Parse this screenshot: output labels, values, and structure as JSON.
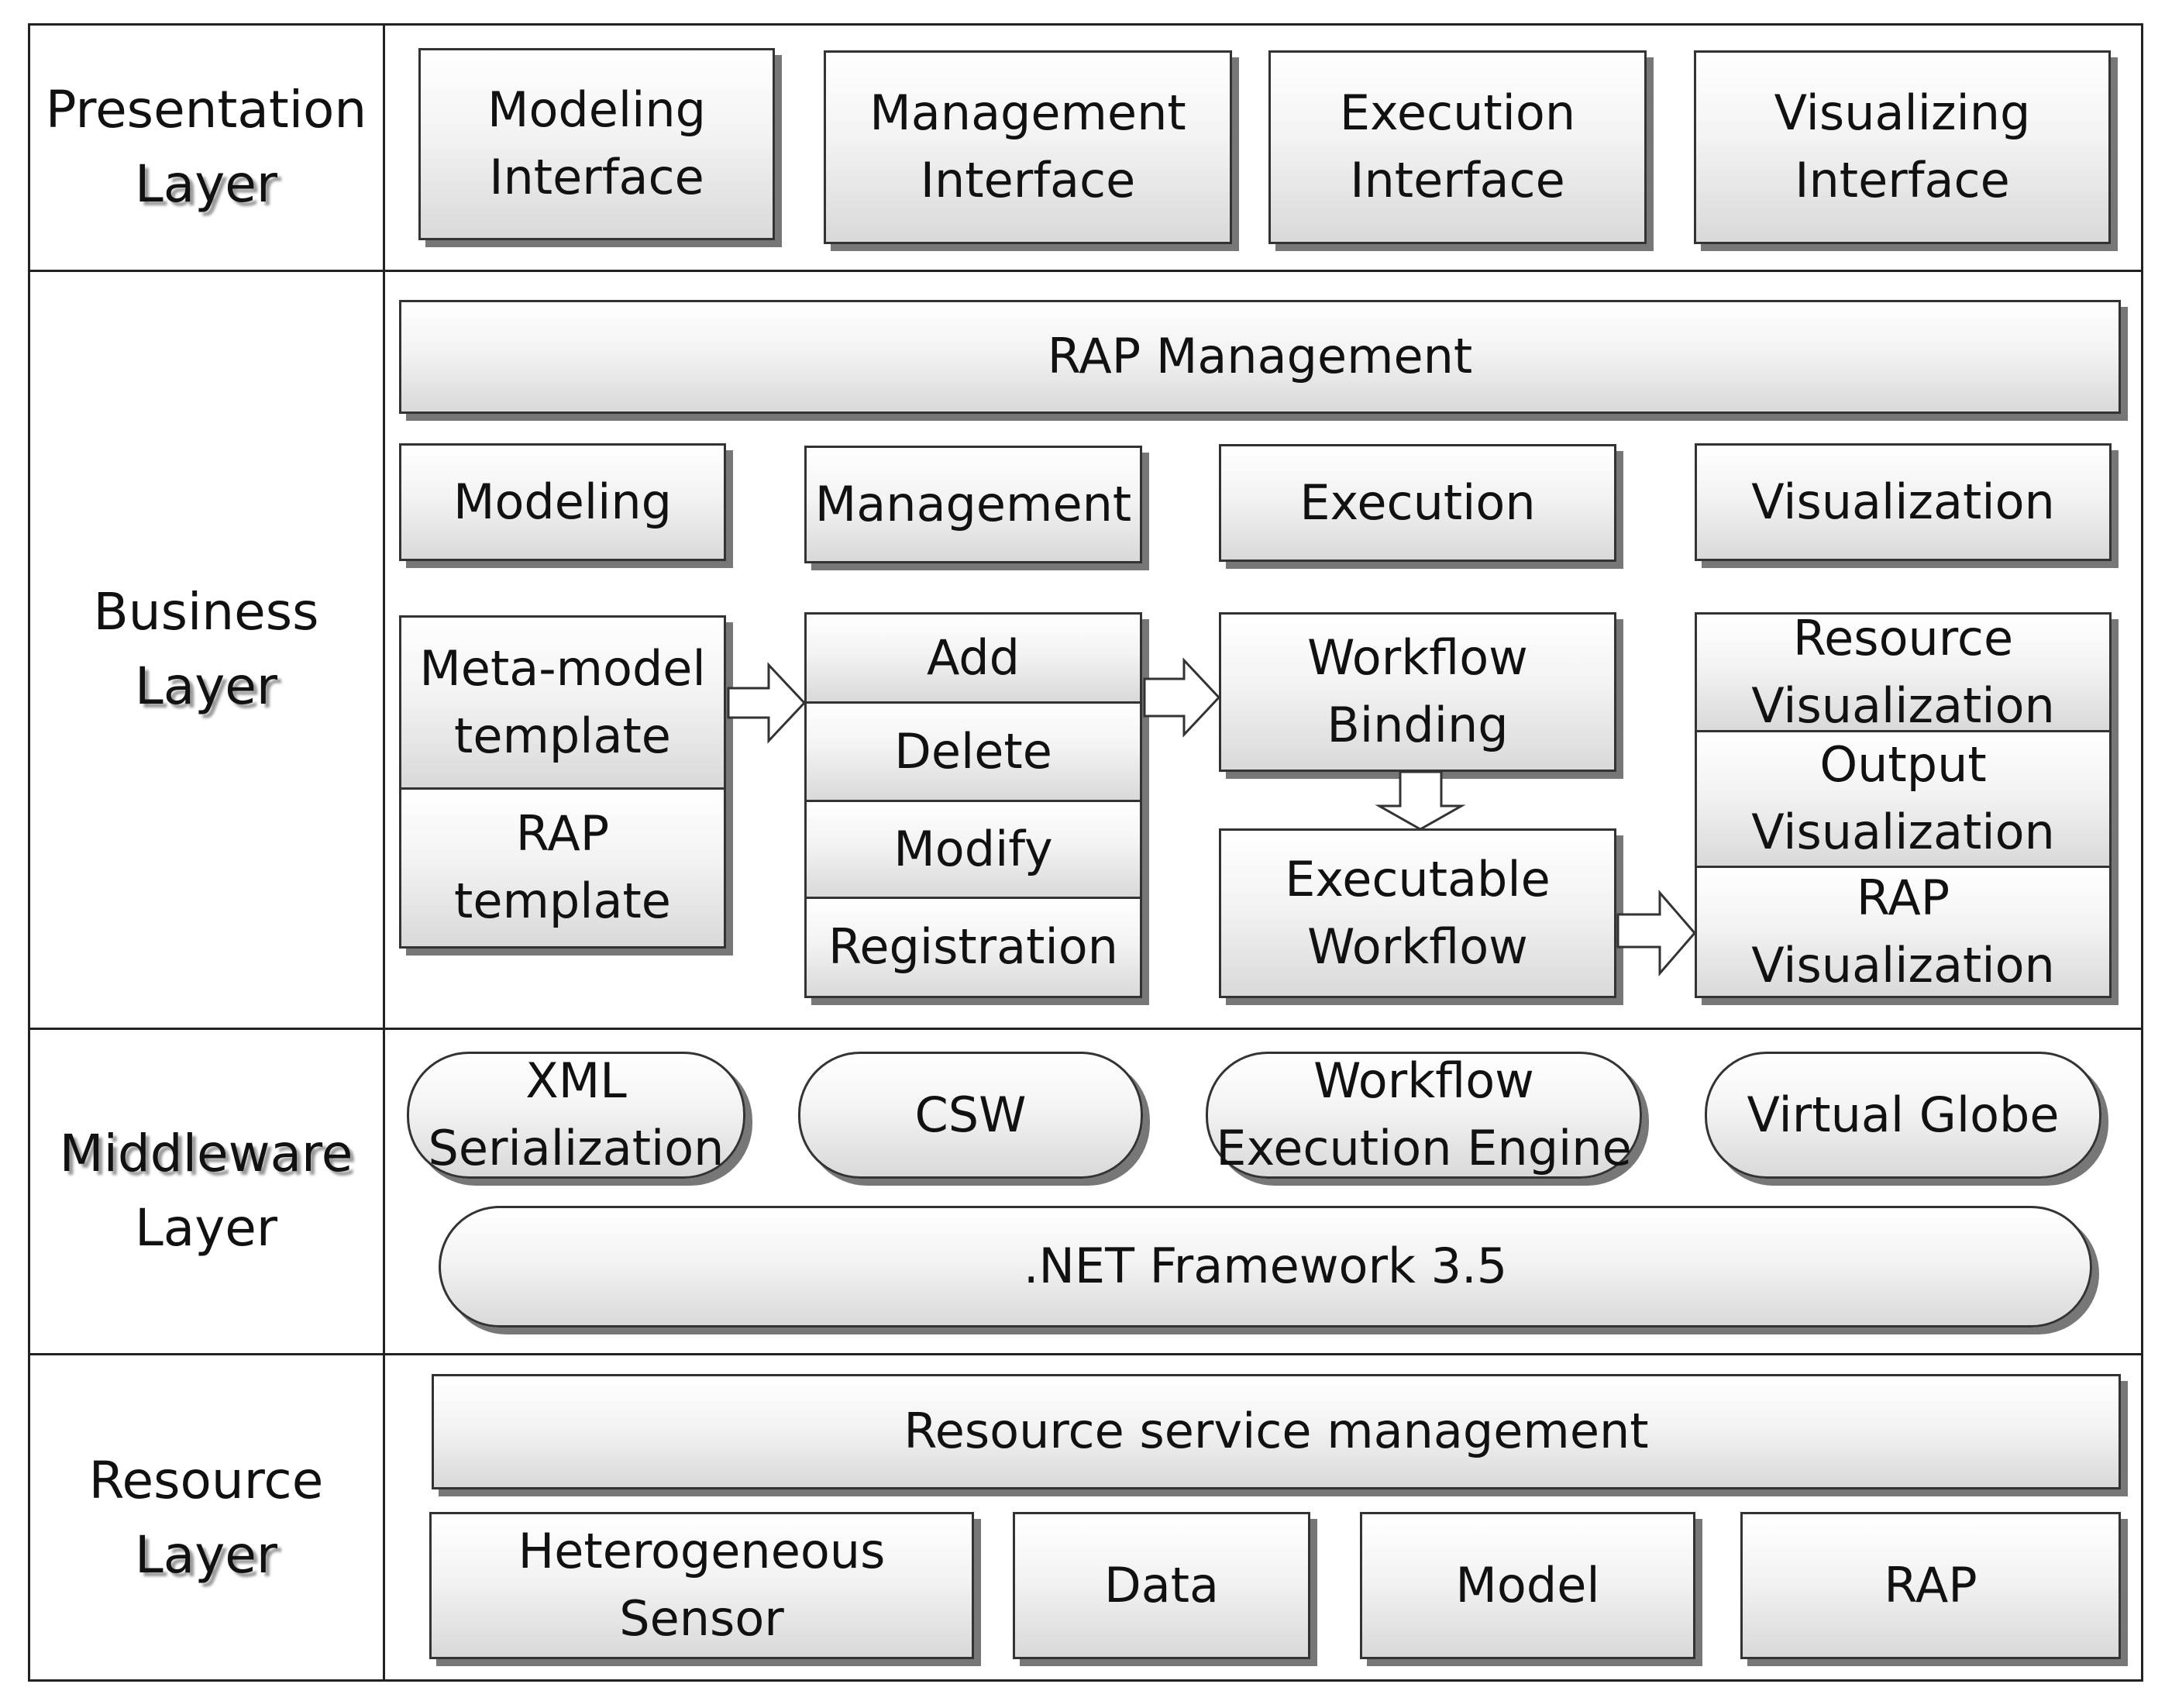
{
  "layers": {
    "presentation": {
      "line1": "Presentation",
      "line2": "Layer"
    },
    "business": {
      "line1": "Business",
      "line2": "Layer"
    },
    "middleware": {
      "line1": "Middleware",
      "line2": "Layer"
    },
    "resource": {
      "line1": "Resource",
      "line2": "Layer"
    }
  },
  "presentation": {
    "modeling": "Modeling\nInterface",
    "management": "Management\nInterface",
    "execution": "Execution\nInterface",
    "visualizing": "Visualizing\nInterface"
  },
  "business": {
    "rap_management": "RAP Management",
    "modeling": "Modeling",
    "management": "Management",
    "execution": "Execution",
    "visualization": "Visualization",
    "meta_model_template": "Meta-model\ntemplate",
    "rap_template": "RAP\ntemplate",
    "add": "Add",
    "delete": "Delete",
    "modify": "Modify",
    "registration": "Registration",
    "workflow_binding": "Workflow\nBinding",
    "executable_workflow": "Executable\nWorkflow",
    "resource_visualization": "Resource\nVisualization",
    "output_visualization": "Output\nVisualization",
    "rap_visualization": "RAP\nVisualization"
  },
  "middleware": {
    "xml_serialization": "XML\nSerialization",
    "csw": "CSW",
    "workflow_engine": "Workflow\nExecution Engine",
    "virtual_globe": "Virtual Globe",
    "dotnet": ".NET Framework 3.5"
  },
  "resource": {
    "service_management": "Resource service management",
    "sensor": "Heterogeneous Sensor",
    "data": "Data",
    "model": "Model",
    "rap": "RAP"
  }
}
